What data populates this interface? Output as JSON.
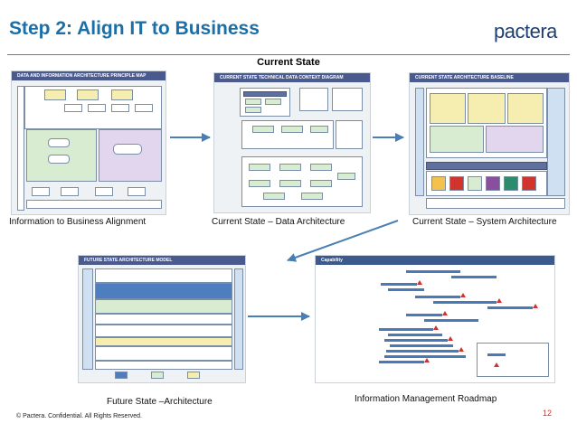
{
  "slide": {
    "title": "Step 2:  Align IT to Business",
    "logo": "pactera",
    "subhead": "Current State",
    "footer": "© Pactera. Confidential. All Rights Reserved.",
    "page_number": "12"
  },
  "figures": [
    {
      "caption": "Information to Business Alignment",
      "thumb_title": "DATA AND INFORMATION ARCHITECTURE PRINCIPLE MAP"
    },
    {
      "caption": "Current State – Data Architecture",
      "thumb_title": "CURRENT STATE TECHNICAL DATA CONTEXT DIAGRAM"
    },
    {
      "caption": "Current State – System Architecture",
      "thumb_title": "CURRENT STATE ARCHITECTURE BASELINE"
    },
    {
      "caption": "Future State –Architecture",
      "thumb_title": "FUTURE STATE ARCHITECTURE MODEL"
    },
    {
      "caption": "Information Management Roadmap",
      "thumb_title": "Capability"
    }
  ],
  "colors": {
    "title": "#1b6fa8",
    "arrow": "#4a7fb5",
    "milestone": "#d0342c",
    "page_number": "#c0392b"
  }
}
